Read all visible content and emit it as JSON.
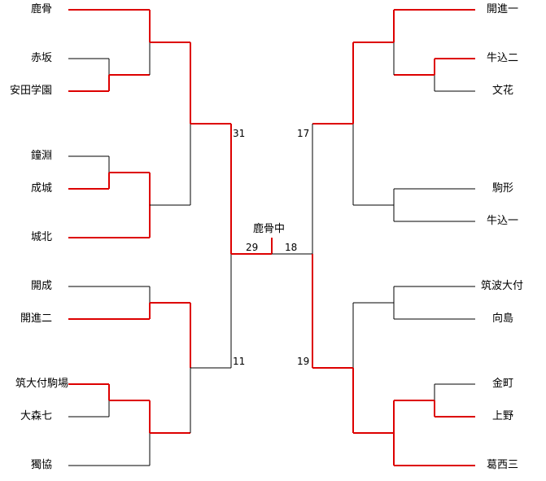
{
  "champion": "鹿骨中",
  "left_teams": [
    "鹿骨",
    "赤坂",
    "安田学園",
    "鐘淵",
    "成城",
    "城北",
    "開成",
    "開進二",
    "筑大付駒場",
    "大森七",
    "獨協"
  ],
  "right_teams": [
    "開進一",
    "牛込二",
    "文花",
    "駒形",
    "牛込一",
    "筑波大付",
    "向島",
    "金町",
    "上野",
    "葛西三"
  ],
  "scores": {
    "left_semi_top": "31",
    "left_semi_bottom": "11",
    "right_semi_top": "17",
    "right_semi_bottom": "19",
    "final_left": "29",
    "final_right": "18"
  },
  "colors": {
    "winner": "#dd0000",
    "line": "#000000"
  }
}
